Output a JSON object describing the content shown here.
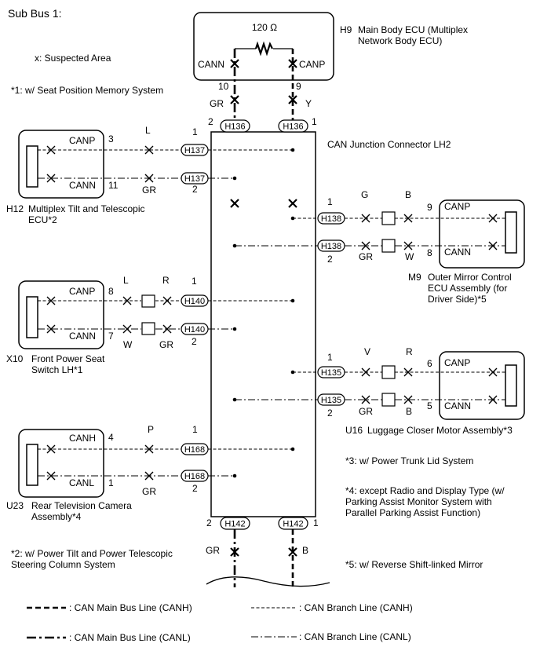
{
  "title": "Sub Bus 1:",
  "legend_suspected": "x: Suspected Area",
  "notes": {
    "n1": "*1: w/ Seat Position Memory System",
    "n2_l1": "*2: w/ Power Tilt and Power Telescopic",
    "n2_l2": "Steering Column System",
    "n3": "*3: w/ Power Trunk Lid System",
    "n4_l1": "*4: except Radio and Display Type (w/",
    "n4_l2": "Parking Assist Monitor System with",
    "n4_l3": "Parallel Parking Assist Function)",
    "n5": "*5: w/ Reverse Shift-linked Mirror"
  },
  "main_ecu": {
    "id": "H9",
    "name_l1": "Main Body ECU (Multiplex",
    "name_l2": "Network Body ECU)",
    "resistor": "120 Ω",
    "cann": "CANN",
    "canp": "CANP",
    "pin_cann": "10",
    "pin_canp": "9",
    "wire_cann": "GR",
    "wire_canp": "Y"
  },
  "junction": {
    "name": "CAN Junction Connector LH2",
    "top_left": "H136",
    "top_right": "H136",
    "top_left_pin": "2",
    "top_right_pin": "1",
    "bottom_left": "H142",
    "bottom_right": "H142",
    "bottom_left_pin": "2",
    "bottom_right_pin": "1",
    "bottom_wire_left": "GR",
    "bottom_wire_right": "B"
  },
  "h12": {
    "id": "H12",
    "name_l1": "Multiplex Tilt and Telescopic",
    "name_l2": "ECU*2",
    "p_label": "CANP",
    "n_label": "CANN",
    "p_pin": "3",
    "n_pin": "11",
    "p_wire": "L",
    "n_wire": "GR",
    "conn": "H137",
    "p_cpin": "1",
    "n_cpin": "2"
  },
  "x10": {
    "id": "X10",
    "name_l1": "Front Power Seat",
    "name_l2": "Switch LH*1",
    "p_label": "CANP",
    "n_label": "CANN",
    "p_pin": "8",
    "n_pin": "7",
    "p_wire1": "L",
    "p_wire2": "R",
    "n_wire1": "W",
    "n_wire2": "GR",
    "conn": "H140",
    "p_cpin": "1",
    "n_cpin": "2"
  },
  "u23": {
    "id": "U23",
    "name_l1": "Rear Television Camera",
    "name_l2": "Assembly*4",
    "p_label": "CANH",
    "n_label": "CANL",
    "p_pin": "4",
    "n_pin": "1",
    "p_wire": "P",
    "n_wire": "GR",
    "conn": "H168",
    "p_cpin": "1",
    "n_cpin": "2"
  },
  "m9": {
    "id": "M9",
    "name_l1": "Outer Mirror Control",
    "name_l2": "ECU Assembly (for",
    "name_l3": "Driver Side)*5",
    "p_label": "CANP",
    "n_label": "CANN",
    "p_pin": "9",
    "n_pin": "8",
    "p_wire1": "G",
    "p_wire2": "B",
    "n_wire1": "GR",
    "n_wire2": "W",
    "conn": "H138",
    "p_cpin": "1",
    "n_cpin": "2"
  },
  "u16": {
    "id": "U16",
    "name": "Luggage Closer Motor Assembly*3",
    "p_label": "CANP",
    "n_label": "CANN",
    "p_pin": "6",
    "n_pin": "5",
    "p_wire1": "V",
    "p_wire2": "R",
    "n_wire1": "GR",
    "n_wire2": "B",
    "conn": "H135",
    "p_cpin": "1",
    "n_cpin": "2"
  },
  "legend": {
    "main_canh": ": CAN Main Bus Line (CANH)",
    "main_canl": ": CAN Main Bus Line (CANL)",
    "branch_canh": ": CAN Branch Line (CANH)",
    "branch_canl": ": CAN Branch Line (CANL)"
  }
}
